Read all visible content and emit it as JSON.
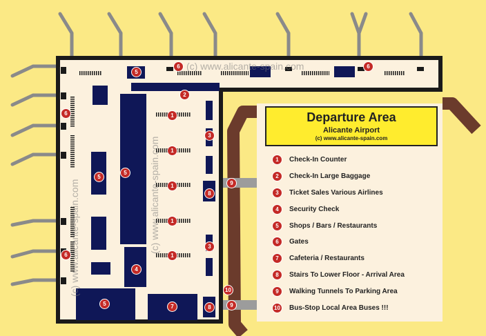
{
  "legend": {
    "title": "Departure Area",
    "subtitle": "Alicante Airport",
    "credit": "(c) www.alicante-spain.com",
    "items": [
      {
        "num": "1",
        "label": "Check-In Counter"
      },
      {
        "num": "2",
        "label": "Check-In Large Baggage"
      },
      {
        "num": "3",
        "label": "Ticket Sales Various Airlines"
      },
      {
        "num": "4",
        "label": "Security Check"
      },
      {
        "num": "5",
        "label": "Shops / Bars / Restaurants"
      },
      {
        "num": "6",
        "label": "Gates"
      },
      {
        "num": "7",
        "label": "Cafeteria / Restaurants"
      },
      {
        "num": "8",
        "label": "Stairs To Lower Floor - Arrival Area"
      },
      {
        "num": "9",
        "label": "Walking Tunnels To Parking Area"
      },
      {
        "num": "10",
        "label": "Bus-Stop Local Area Buses !!!"
      }
    ]
  },
  "watermarks": {
    "top": "(c) www.alicante-spain.com",
    "left": "(c) www.alicante-spain.com",
    "middle": "(c) www.alicante-spain.com"
  },
  "markers": {
    "m5_top": "5",
    "m6_top_left": "6",
    "m6_top_right": "6",
    "m2": "2",
    "m6_left_top": "6",
    "m6_left_bottom": "6",
    "m1_a": "1",
    "m1_b": "1",
    "m1_c": "1",
    "m1_d": "1",
    "m1_e": "1",
    "m3_top": "3",
    "m3_bottom": "3",
    "m8_top": "8",
    "m8_bottom": "8",
    "m5_left": "5",
    "m5_center": "5",
    "m4": "4",
    "m5_bottom": "5",
    "m7": "7",
    "m9_top": "9",
    "m9_bottom": "9",
    "m10": "10"
  },
  "colors": {
    "background": "#fbe985",
    "floor": "#fcf1de",
    "walls": "#1a1a1a",
    "blocks": "#0f1757",
    "tunnels": "#6b3b2c",
    "walkway": "#9c9c9c",
    "marker": "#c42a26",
    "legend_title_bg": "#ffec2e"
  }
}
